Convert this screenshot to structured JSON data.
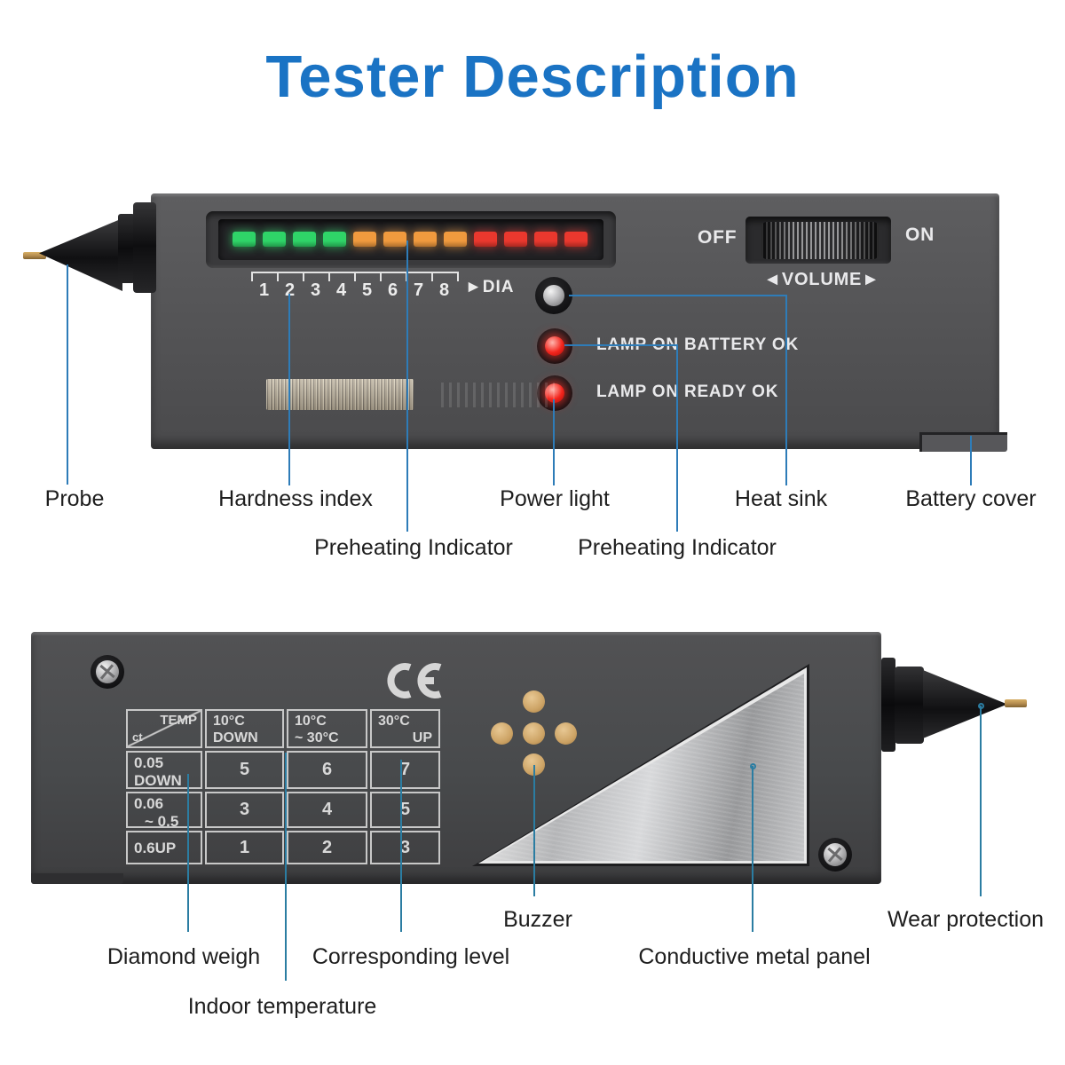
{
  "title": "Tester Description",
  "colors": {
    "title_blue": "#1a73c4",
    "callout_line_top": "#2e7cb8",
    "callout_line_bottom": "#2b7da2",
    "led_green": "#2fd468",
    "led_orange": "#f09a3e",
    "led_red": "#ea382e",
    "buzzer_dot": "#cda466"
  },
  "front_view": {
    "scale_numbers": [
      "1",
      "2",
      "3",
      "4",
      "5",
      "6",
      "7",
      "8"
    ],
    "dia_label": "►DIA",
    "led_segments": [
      "green",
      "green",
      "green",
      "green",
      "orange",
      "orange",
      "orange",
      "orange",
      "red",
      "red",
      "red",
      "red"
    ],
    "led_colors": {
      "green": "#2fd468",
      "orange": "#f09a3e",
      "red": "#ea382e"
    },
    "lamp_battery_label": "LAMP ON BATTERY OK",
    "lamp_ready_label": "LAMP ON READY OK",
    "off_label": "OFF",
    "on_label": "ON",
    "volume_label": "◄VOLUME►",
    "callouts": {
      "probe": "Probe",
      "hardness": "Hardness index",
      "power": "Power light",
      "heatsink": "Heat sink",
      "battery_cover": "Battery cover",
      "preheat_left": "Preheating Indicator",
      "preheat_right": "Preheating Indicator"
    }
  },
  "back_view": {
    "ce_mark": "CE",
    "table": {
      "corner": {
        "top_right": "TEMP",
        "bottom_left": "ct"
      },
      "columns": [
        {
          "l1": "10°C",
          "l2": "DOWN"
        },
        {
          "l1": "10°C",
          "l2": "~ 30°C"
        },
        {
          "l1": "30°C",
          "l2": "UP"
        }
      ],
      "rows": [
        {
          "l1": "0.05",
          "l2": "DOWN",
          "v": [
            "5",
            "6",
            "7"
          ]
        },
        {
          "l1": "0.06",
          "l2": "~ 0.5",
          "v": [
            "3",
            "4",
            "5"
          ]
        },
        {
          "l1": "0.6UP",
          "l2": "",
          "v": [
            "1",
            "2",
            "3"
          ]
        }
      ]
    },
    "callouts": {
      "diamond_weigh": "Diamond weigh",
      "indoor_temp": "Indoor temperature",
      "level": "Corresponding level",
      "buzzer": "Buzzer",
      "panel": "Conductive metal panel",
      "wear": "Wear protection"
    }
  }
}
